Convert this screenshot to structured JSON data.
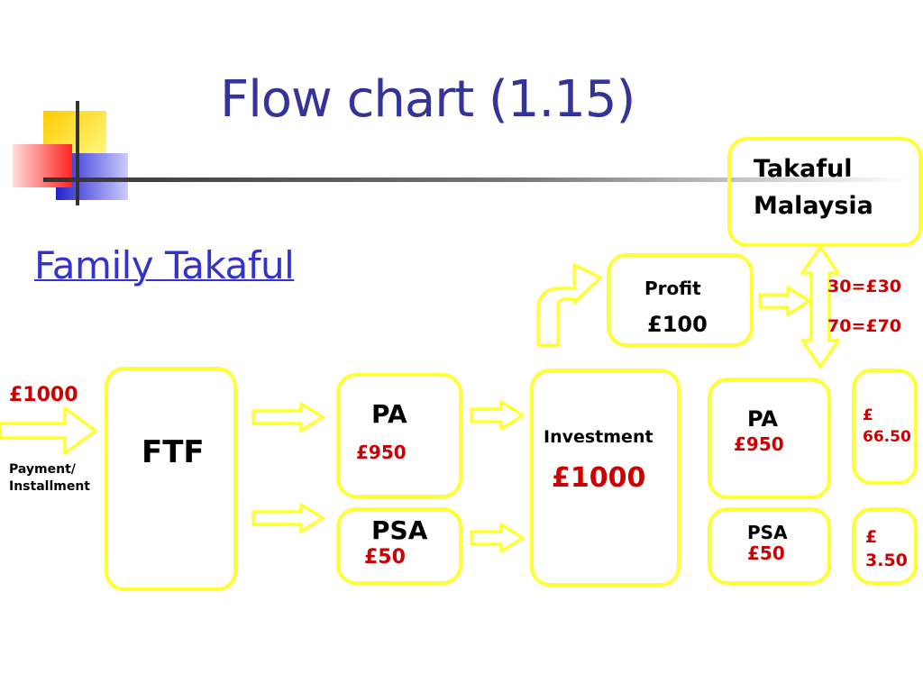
{
  "title": "Flow chart (1.15)",
  "subtitle": "Family Takaful",
  "colors": {
    "title": "#333399",
    "subtitle": "#3333cc",
    "box_border": "#ffff33",
    "money": "#cc0000",
    "text": "#000000"
  },
  "icons": {
    "arrow": "hollow-right-arrow",
    "curved_arrow": "curved-up-right-arrow",
    "double_arrow": "vertical-double-arrow"
  },
  "input": {
    "amount": "£1000",
    "label_line1": "Payment/",
    "label_line2": "Installment"
  },
  "ftf": {
    "label": "FTF"
  },
  "pa1": {
    "label": "PA",
    "amount": "£950"
  },
  "psa1": {
    "label": "PSA",
    "amount": "£50"
  },
  "investment": {
    "label": "Investment",
    "amount": "£1000"
  },
  "profit": {
    "label": "Profit",
    "amount": "£100"
  },
  "takaful": {
    "line1": "Takaful",
    "line2": "Malaysia"
  },
  "split": {
    "share30": "30=£30",
    "share70": "70=£70"
  },
  "pa2": {
    "label": "PA",
    "amount": "£950"
  },
  "psa2": {
    "label": "PSA",
    "amount": "£50"
  },
  "result1": {
    "line1": "£",
    "line2": "66.50"
  },
  "result2": {
    "line1": "£",
    "line2": "3.50"
  }
}
